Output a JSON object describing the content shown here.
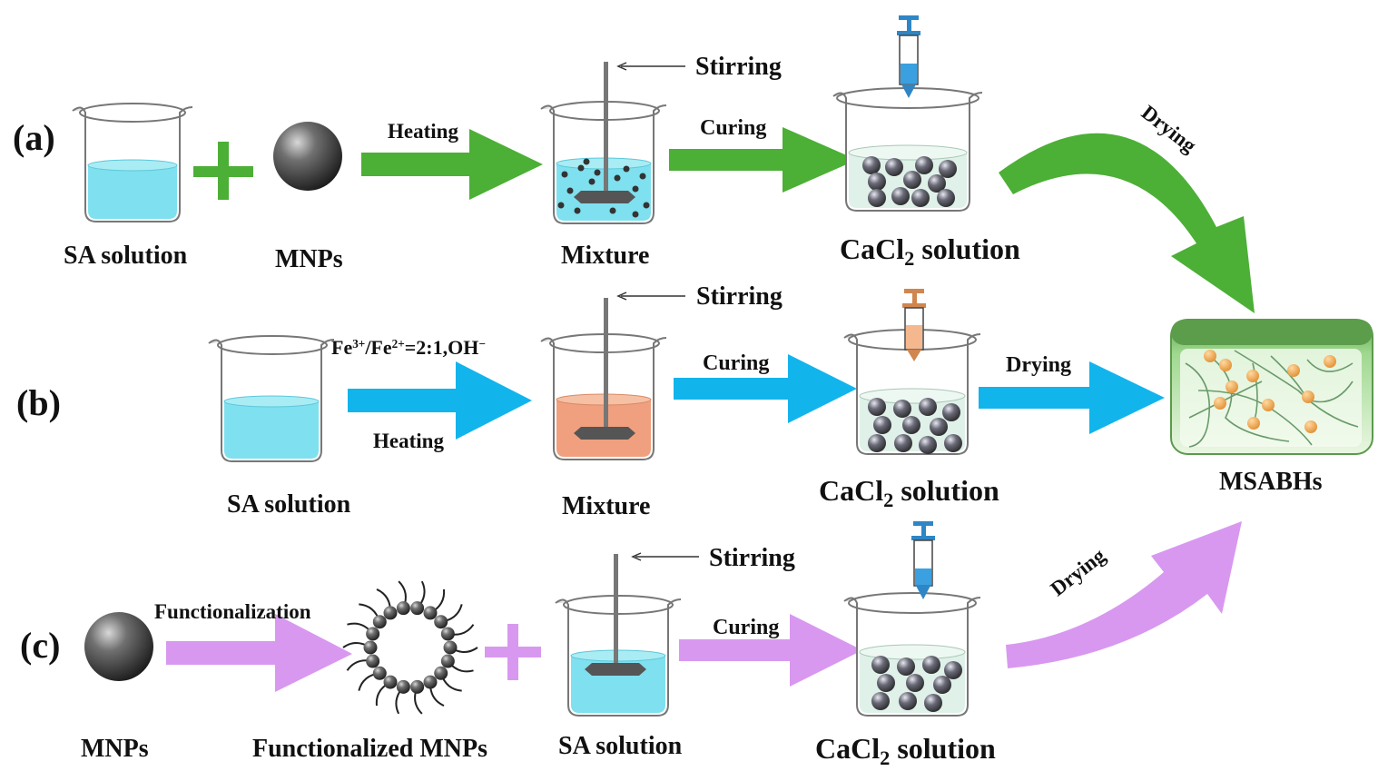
{
  "colors": {
    "row_a_arrow": "#4caf36",
    "row_b_arrow": "#12b4ec",
    "row_c_arrow": "#d898f0",
    "sa_liquid": "#7fe0ef",
    "mixture_b_liquid": "#f0a07e",
    "cacl2_liquid": "#dff1e8",
    "bead_orange": "#f0a04c",
    "hydrogel_green": "#86c879"
  },
  "icons": [
    "beaker-icon",
    "sphere-icon",
    "syringe-icon",
    "stirrer-icon",
    "hydrogel-block-icon",
    "functionalized-particle-icon"
  ],
  "row_a": {
    "label": "(a)",
    "sa_solution": "SA  solution",
    "mnps": "MNPs",
    "plus": "+",
    "heating": "Heating",
    "stirring": "Stirring",
    "mixture": "Mixture",
    "curing": "Curing",
    "cacl2_main": "CaCl",
    "cacl2_sub": "2",
    "cacl2_rest": " solution",
    "drying": "Drying"
  },
  "row_b": {
    "label": "(b)",
    "sa_solution": "SA  solution",
    "reagent_fe3": "Fe",
    "reagent_sup1": "3+",
    "reagent_mid": "/Fe",
    "reagent_sup2": "2+",
    "reagent_rest": "=2:1,OH",
    "reagent_sup3": "−",
    "heating": "Heating",
    "stirring": "Stirring",
    "mixture": "Mixture",
    "curing": "Curing",
    "cacl2_main": "CaCl",
    "cacl2_sub": "2",
    "cacl2_rest": " solution",
    "drying": "Drying"
  },
  "row_c": {
    "label": "(c)",
    "mnps": "MNPs",
    "functionalization": "Functionalization",
    "functionalized_mnps": "Functionalized MNPs",
    "plus": "+",
    "stirring": "Stirring",
    "sa_solution": "SA  solution",
    "curing": "Curing",
    "cacl2_main": "CaCl",
    "cacl2_sub": "2",
    "cacl2_rest": " solution",
    "drying": "Drying"
  },
  "product": {
    "label": "MSABHs"
  }
}
